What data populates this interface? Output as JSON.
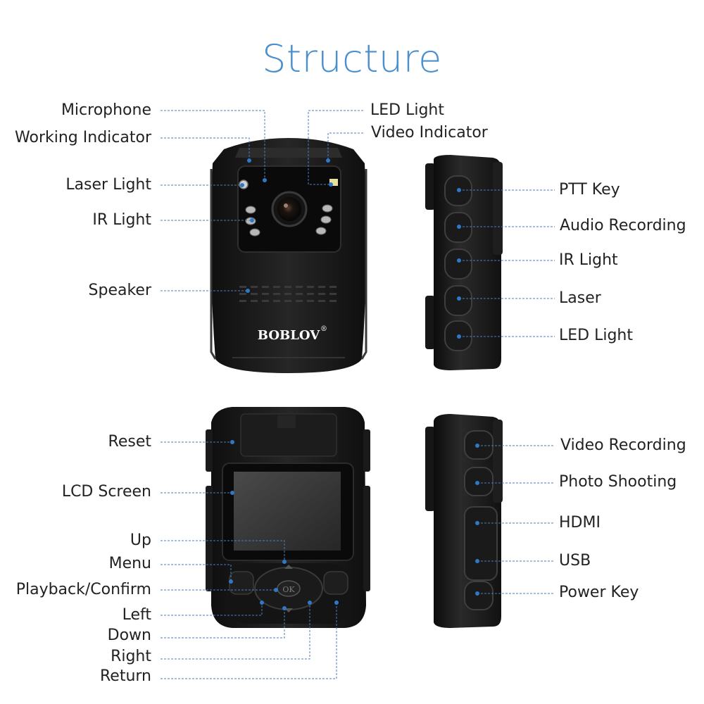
{
  "title": "Structure",
  "brand": "BOBLOV",
  "brand_mark": "®",
  "ok_label": "OK",
  "colors": {
    "title": "#4a8fce",
    "leader": "#4a7fb8",
    "dot": "#2f78c8",
    "body": "#1c1c1c",
    "text": "#222222"
  },
  "front_view": {
    "left_labels": {
      "microphone": "Microphone",
      "working_indicator": "Working Indicator",
      "laser_light": "Laser Light",
      "ir_light": "IR Light",
      "speaker": "Speaker"
    },
    "right_labels": {
      "led_light": "LED Light",
      "video_indicator": "Video Indicator"
    }
  },
  "side_view_top": {
    "labels": {
      "ptt_key": "PTT Key",
      "audio_recording": "Audio Recording",
      "ir_light": "IR Light",
      "laser": "Laser",
      "led_light": "LED Light"
    }
  },
  "back_view": {
    "labels": {
      "reset": "Reset",
      "lcd_screen": "LCD Screen",
      "up": "Up",
      "menu": "Menu",
      "playback_confirm": "Playback/Confirm",
      "left": "Left",
      "down": "Down",
      "right": "Right",
      "return": "Return"
    }
  },
  "side_view_bottom": {
    "labels": {
      "video_recording": "Video Recording",
      "photo_shooting": "Photo Shooting",
      "hdmi": "HDMI",
      "usb": "USB",
      "power_key": "Power Key"
    }
  }
}
